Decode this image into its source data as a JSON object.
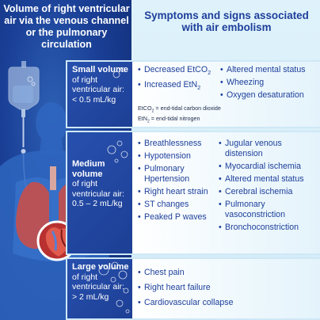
{
  "left_title": "Volume of right ventricular air via the venous channel or the pulmonary circulation",
  "right_title": "Symptoms and signs associated with air embolism",
  "volumes": [
    {
      "size_label": "Small volume",
      "desc": "of right ventricular air:",
      "amount": "< 0.5 mL/kg",
      "col1": [
        "Decreased EtCO2",
        "Increased EtN2"
      ],
      "col2": [
        "Altered mental status",
        "Wheezing",
        "Oxygen desaturation"
      ],
      "notes": [
        "EtCO2 = end-tidal carbon dioxide",
        "EtN2 = end-tidal nitrogen"
      ]
    },
    {
      "size_label": "Medium volume",
      "desc": "of right ventricular air:",
      "amount": "0.5 – 2 mL/kg",
      "col1": [
        "Breathlessness",
        "Hypotension",
        "Pulmonary Hpertension",
        "Right heart strain",
        "ST changes",
        "Peaked P waves"
      ],
      "col2": [
        "Jugular venous distension",
        "Myocardial ischemia",
        "Altered mental status",
        "Cerebral ischemia",
        "Pulmonary vasoconstriction",
        "Bronchoconstriction"
      ]
    },
    {
      "size_label": "Large volume",
      "desc": "of right ventricular air:",
      "amount": "> 2 mL/kg",
      "col1": [
        "Chest pain",
        "Right heart failure",
        "Cardiovascular collapse"
      ],
      "col2": []
    }
  ],
  "colors": {
    "navy": "#1a3f96",
    "text_blue": "#1d3f9a",
    "panel_light": "#dff2fb"
  },
  "icons": [
    "iv-bag-icon",
    "human-torso-icon",
    "heart-icon",
    "lungs-icon",
    "air-bubbles-icon"
  ]
}
